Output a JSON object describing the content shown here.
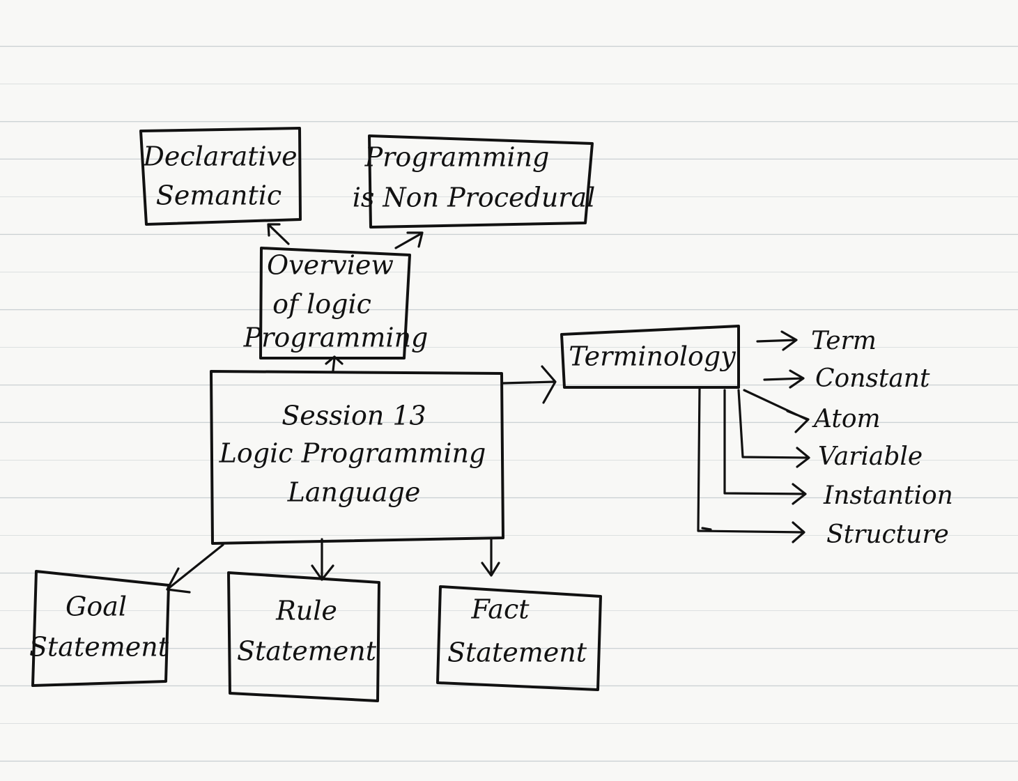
{
  "nodes": {
    "center": {
      "lines": [
        "Session 13",
        "Logic Programming",
        "Language"
      ]
    },
    "overview": {
      "lines": [
        "Overview",
        "of logic",
        "Programming"
      ]
    },
    "declarative": {
      "lines": [
        "Declarative",
        "Semantic"
      ]
    },
    "nonproc": {
      "lines": [
        "Programming",
        "is Non Procedural"
      ]
    },
    "terminology": {
      "lines": [
        "Terminology"
      ]
    },
    "goal": {
      "lines": [
        "Goal",
        "Statement"
      ]
    },
    "rule": {
      "lines": [
        "Rule",
        "Statement"
      ]
    },
    "fact": {
      "lines": [
        "Fact",
        "Statement"
      ]
    }
  },
  "terminology_items": [
    "Term",
    "Constant",
    "Atom",
    "Variable",
    "Instantion",
    "Structure"
  ],
  "colors": {
    "ink": "#111111",
    "paper": "#f8f8f6",
    "ruling": "#c9cfd2"
  }
}
